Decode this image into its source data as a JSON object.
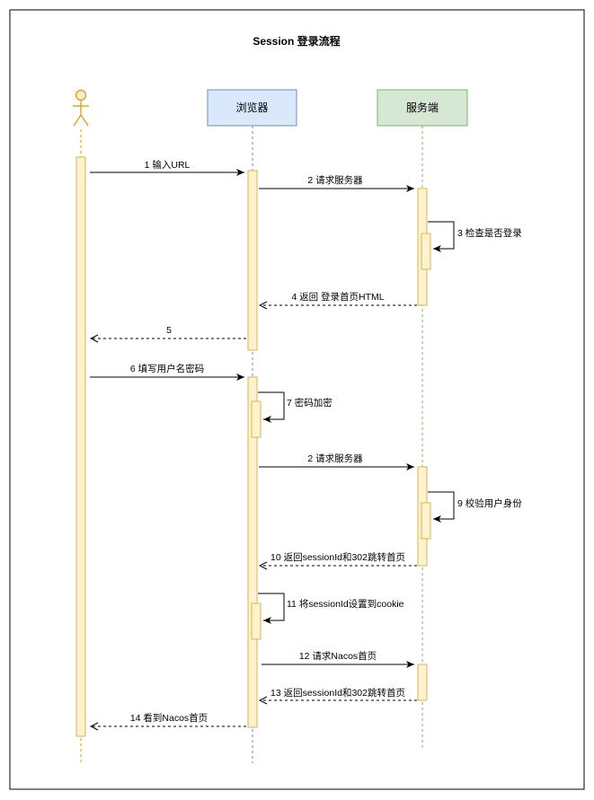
{
  "title": "Session 登录流程",
  "participants": {
    "user": "",
    "browser": "浏览器",
    "server": "服务端"
  },
  "messages": [
    "1 输入URL",
    "2 请求服务器",
    "3 检查是否登录",
    "4 返回 登录首页HTML",
    "5",
    "6 填写用户名密码",
    "7 密码加密",
    "2 请求服务器",
    "9 校验用户身份",
    "10 返回sessionId和302跳转首页",
    "11 将sessionId设置到cookie",
    "12 请求Nacos首页",
    "13 返回sessionId和302跳转首页",
    "14 看到Nacos首页"
  ],
  "colors": {
    "browser_fill": "#dae8fc",
    "browser_stroke": "#6c8ebf",
    "server_fill": "#d5e8d4",
    "server_stroke": "#82b366",
    "activation_fill": "#fff2cc",
    "activation_stroke": "#d6b656",
    "actor_stroke": "#d79b00",
    "actor_fill": "#ffe6cc"
  }
}
